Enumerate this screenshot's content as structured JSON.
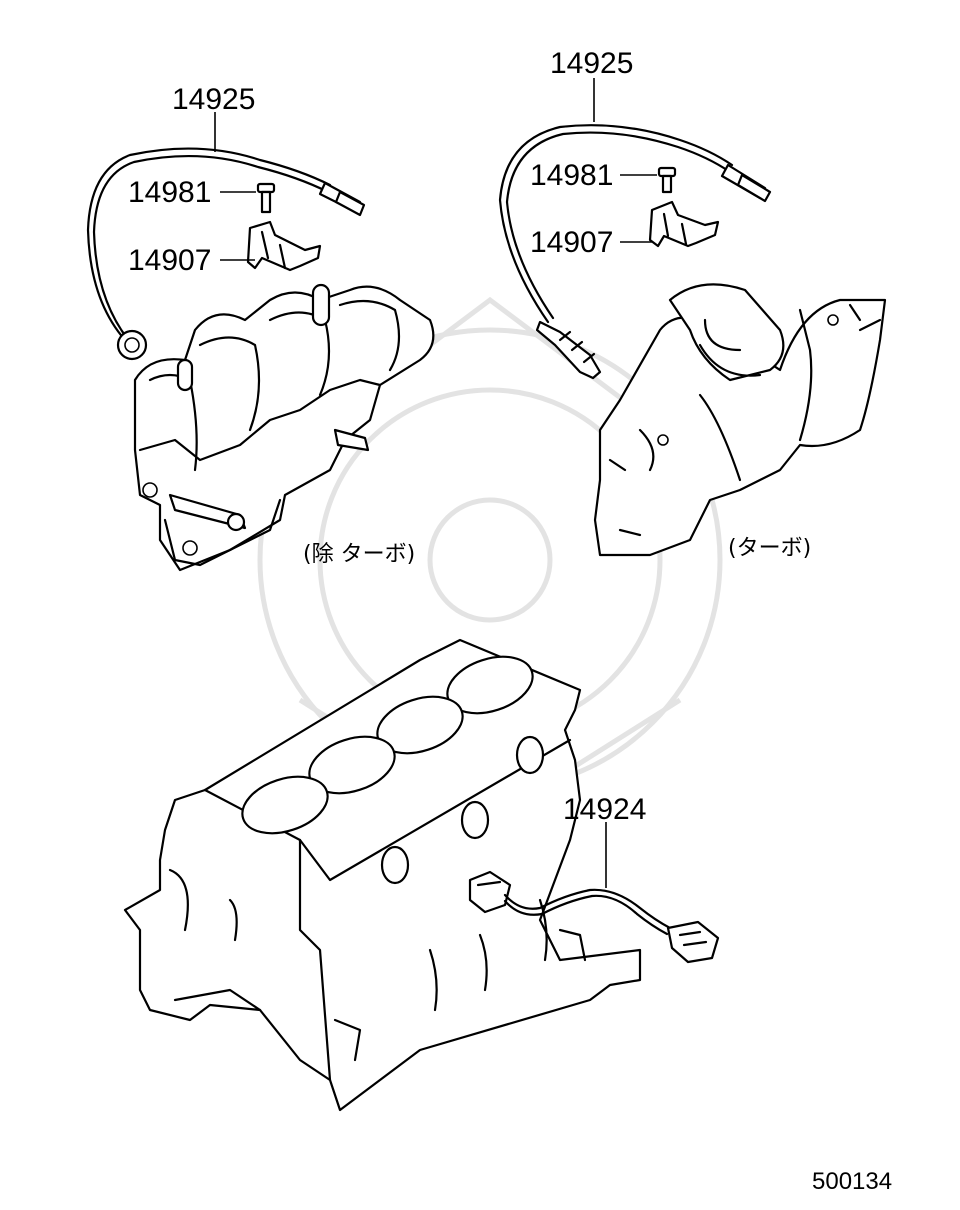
{
  "parts": {
    "o2_sensor_non_turbo": "14925",
    "bolt_non_turbo": "14981",
    "bracket_non_turbo": "14907",
    "o2_sensor_turbo": "14925",
    "bolt_turbo": "14981",
    "bracket_turbo": "14907",
    "knock_sensor": "14924"
  },
  "captions": {
    "non_turbo": "(除 ターボ)",
    "turbo": "(ターボ)"
  },
  "diagram_ref": "500134"
}
